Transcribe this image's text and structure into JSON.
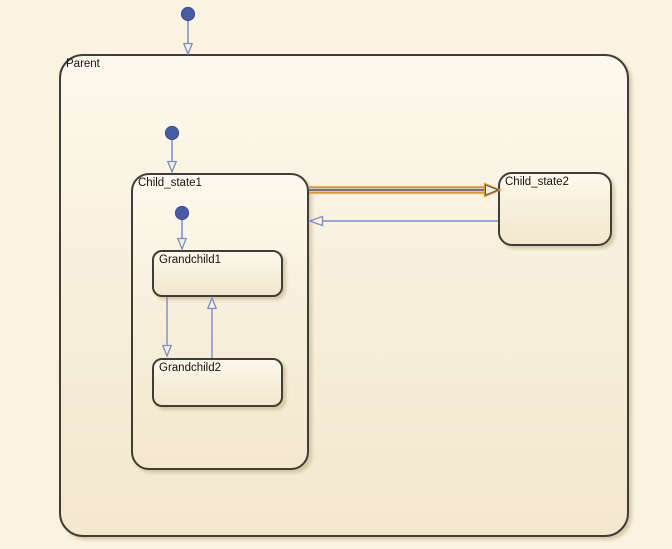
{
  "diagram": {
    "type": "state-machine-chart",
    "states": {
      "parent": {
        "label": "Parent"
      },
      "child_state1": {
        "label": "Child_state1"
      },
      "child_state2": {
        "label": "Child_state2"
      },
      "grandchild1": {
        "label": "Grandchild1"
      },
      "grandchild2": {
        "label": "Grandchild2"
      }
    },
    "transitions": [
      {
        "from": "(initial)",
        "to": "Parent",
        "kind": "default"
      },
      {
        "from": "(initial)",
        "to": "Child_state1",
        "kind": "default"
      },
      {
        "from": "(initial)",
        "to": "Grandchild1",
        "kind": "default"
      },
      {
        "from": "Grandchild1",
        "to": "Grandchild2",
        "kind": "normal"
      },
      {
        "from": "Grandchild2",
        "to": "Grandchild1",
        "kind": "normal"
      },
      {
        "from": "Child_state1",
        "to": "Child_state2",
        "kind": "selected"
      },
      {
        "from": "Child_state2",
        "to": "Child_state1",
        "kind": "normal"
      }
    ],
    "colors": {
      "canvas_background": "#FBF3E0",
      "state_border": "#3E3E36",
      "state_fill_top": "#FDF9EE",
      "state_fill_bottom": "#F3E8CE",
      "transition_line": "#7D8BC7",
      "default_node_fill": "#4A5BA6",
      "selection_highlight": "#E0912D",
      "selected_core_line": "#4F5878"
    }
  }
}
